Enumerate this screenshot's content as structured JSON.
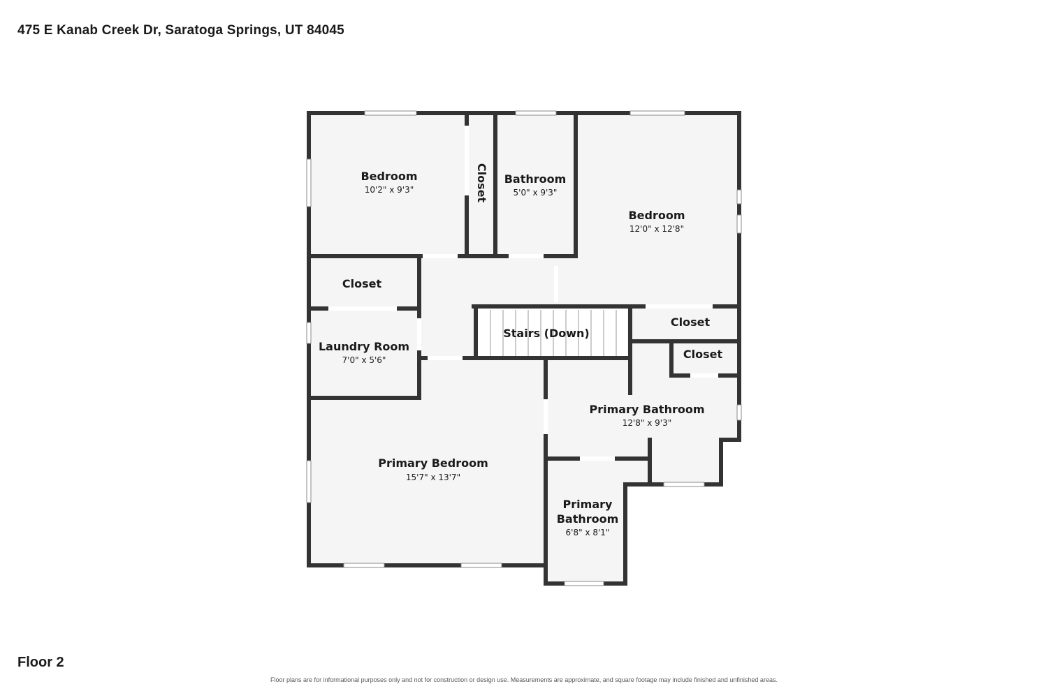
{
  "header": {
    "address": "475 E Kanab Creek Dr, Saratoga Springs, UT 84045"
  },
  "footer": {
    "floor": "Floor 2",
    "disclaimer": "Floor plans are for informational purposes only and not for construction or design use. Measurements are approximate, and square footage may include finished and unfinished areas."
  },
  "rooms": {
    "bedroom_nw": {
      "name": "Bedroom",
      "dims": "10'2\" x 9'3\""
    },
    "closet_vertical": {
      "name": "Closet"
    },
    "bathroom": {
      "name": "Bathroom",
      "dims": "5'0\" x 9'3\""
    },
    "bedroom_ne": {
      "name": "Bedroom",
      "dims": "12'0\" x 12'8\""
    },
    "closet_w": {
      "name": "Closet"
    },
    "laundry": {
      "name": "Laundry Room",
      "dims": "7'0\" x 5'6\""
    },
    "stairs": {
      "name": "Stairs (Down)"
    },
    "closet_e1": {
      "name": "Closet"
    },
    "closet_e2": {
      "name": "Closet"
    },
    "primary_bathroom": {
      "name": "Primary Bathroom",
      "dims": "12'8\" x 9'3\""
    },
    "primary_bedroom": {
      "name": "Primary Bedroom",
      "dims": "15'7\" x 13'7\""
    },
    "primary_bathroom_2": {
      "name_line1": "Primary",
      "name_line2": "Bathroom",
      "dims": "6'8\" x 8'1\""
    }
  }
}
